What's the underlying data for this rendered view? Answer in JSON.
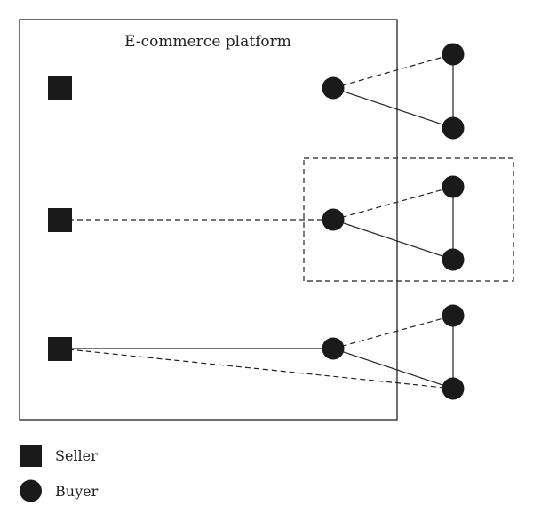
{
  "diagram": {
    "platform_label": "E-commerce platform",
    "legend": {
      "seller_label": "Seller",
      "buyer_label": "Buyer"
    }
  },
  "colors": {
    "stroke": "#222222",
    "node": "#1a1a1a",
    "background": "#ffffff"
  }
}
